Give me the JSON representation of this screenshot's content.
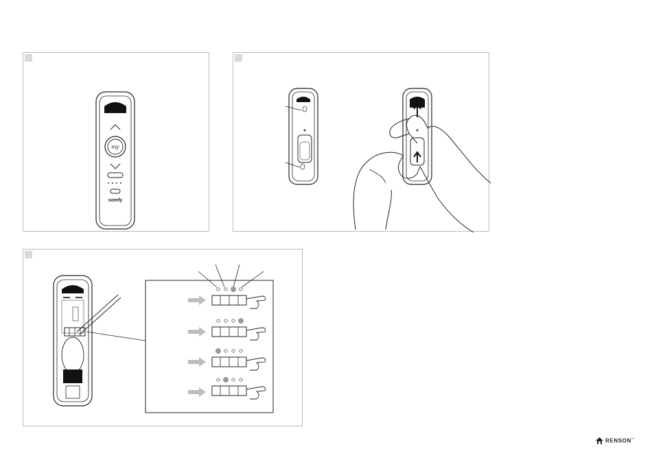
{
  "remote": {
    "my_label": "my",
    "brand_label": "somfy"
  },
  "footer": {
    "logo_text": "RENSON",
    "logo_trademark": "™"
  },
  "colors": {
    "outline": "#222222",
    "panel_border": "#b9b9b9",
    "panel_tag": "#d9d9d9",
    "arrow": "#bdbdbd",
    "led_glow": "#9a9a9a"
  }
}
